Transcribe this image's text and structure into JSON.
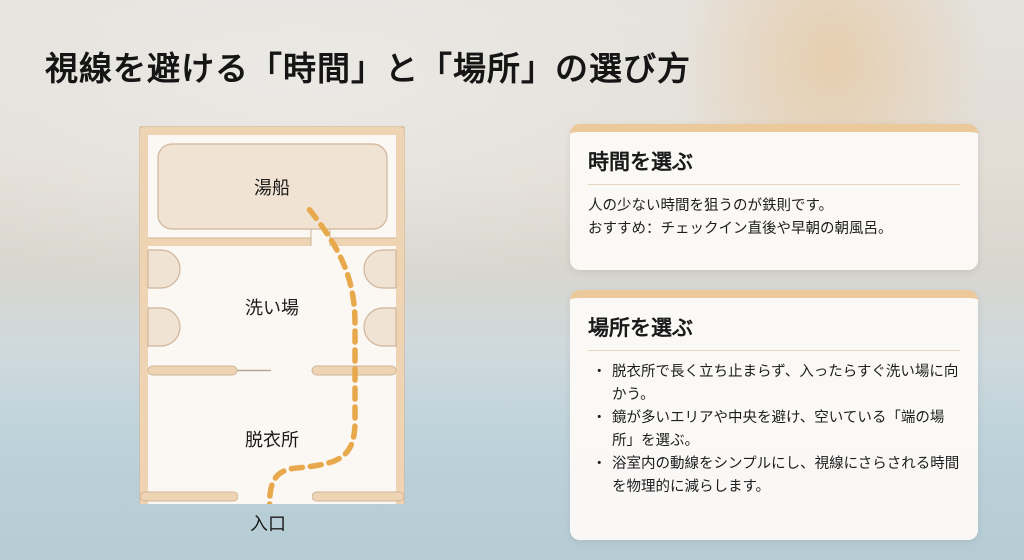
{
  "title": "視線を避ける「時間」と「場所」の選び方",
  "floor_plan": {
    "rooms": {
      "bathtub": "湯船",
      "washing_area": "洗い場",
      "changing_room": "脱衣所"
    },
    "entrance": "入口",
    "path_color": "#e8a84c",
    "wall_color": "#efd4b3",
    "tub_fill": "#f1e3d3"
  },
  "cards": {
    "time": {
      "heading": "時間を選ぶ",
      "lines": [
        "人の少ない時間を狙うのが鉄則です。",
        "おすすめ：チェックイン直後や早朝の朝風呂。"
      ]
    },
    "place": {
      "heading": "場所を選ぶ",
      "bullets": [
        "脱衣所で長く立ち止まらず、入ったらすぐ洗い場に向かう。",
        "鏡が多いエリアや中央を避け、空いている「端の場所」を選ぶ。",
        "浴室内の動線をシンプルにし、視線にさらされる時間を物理的に減らします。"
      ]
    }
  },
  "colors": {
    "accent": "#ecc99b",
    "path": "#e8a84c",
    "card_bg": "#fcfaf7",
    "text": "#1a1a1a"
  }
}
